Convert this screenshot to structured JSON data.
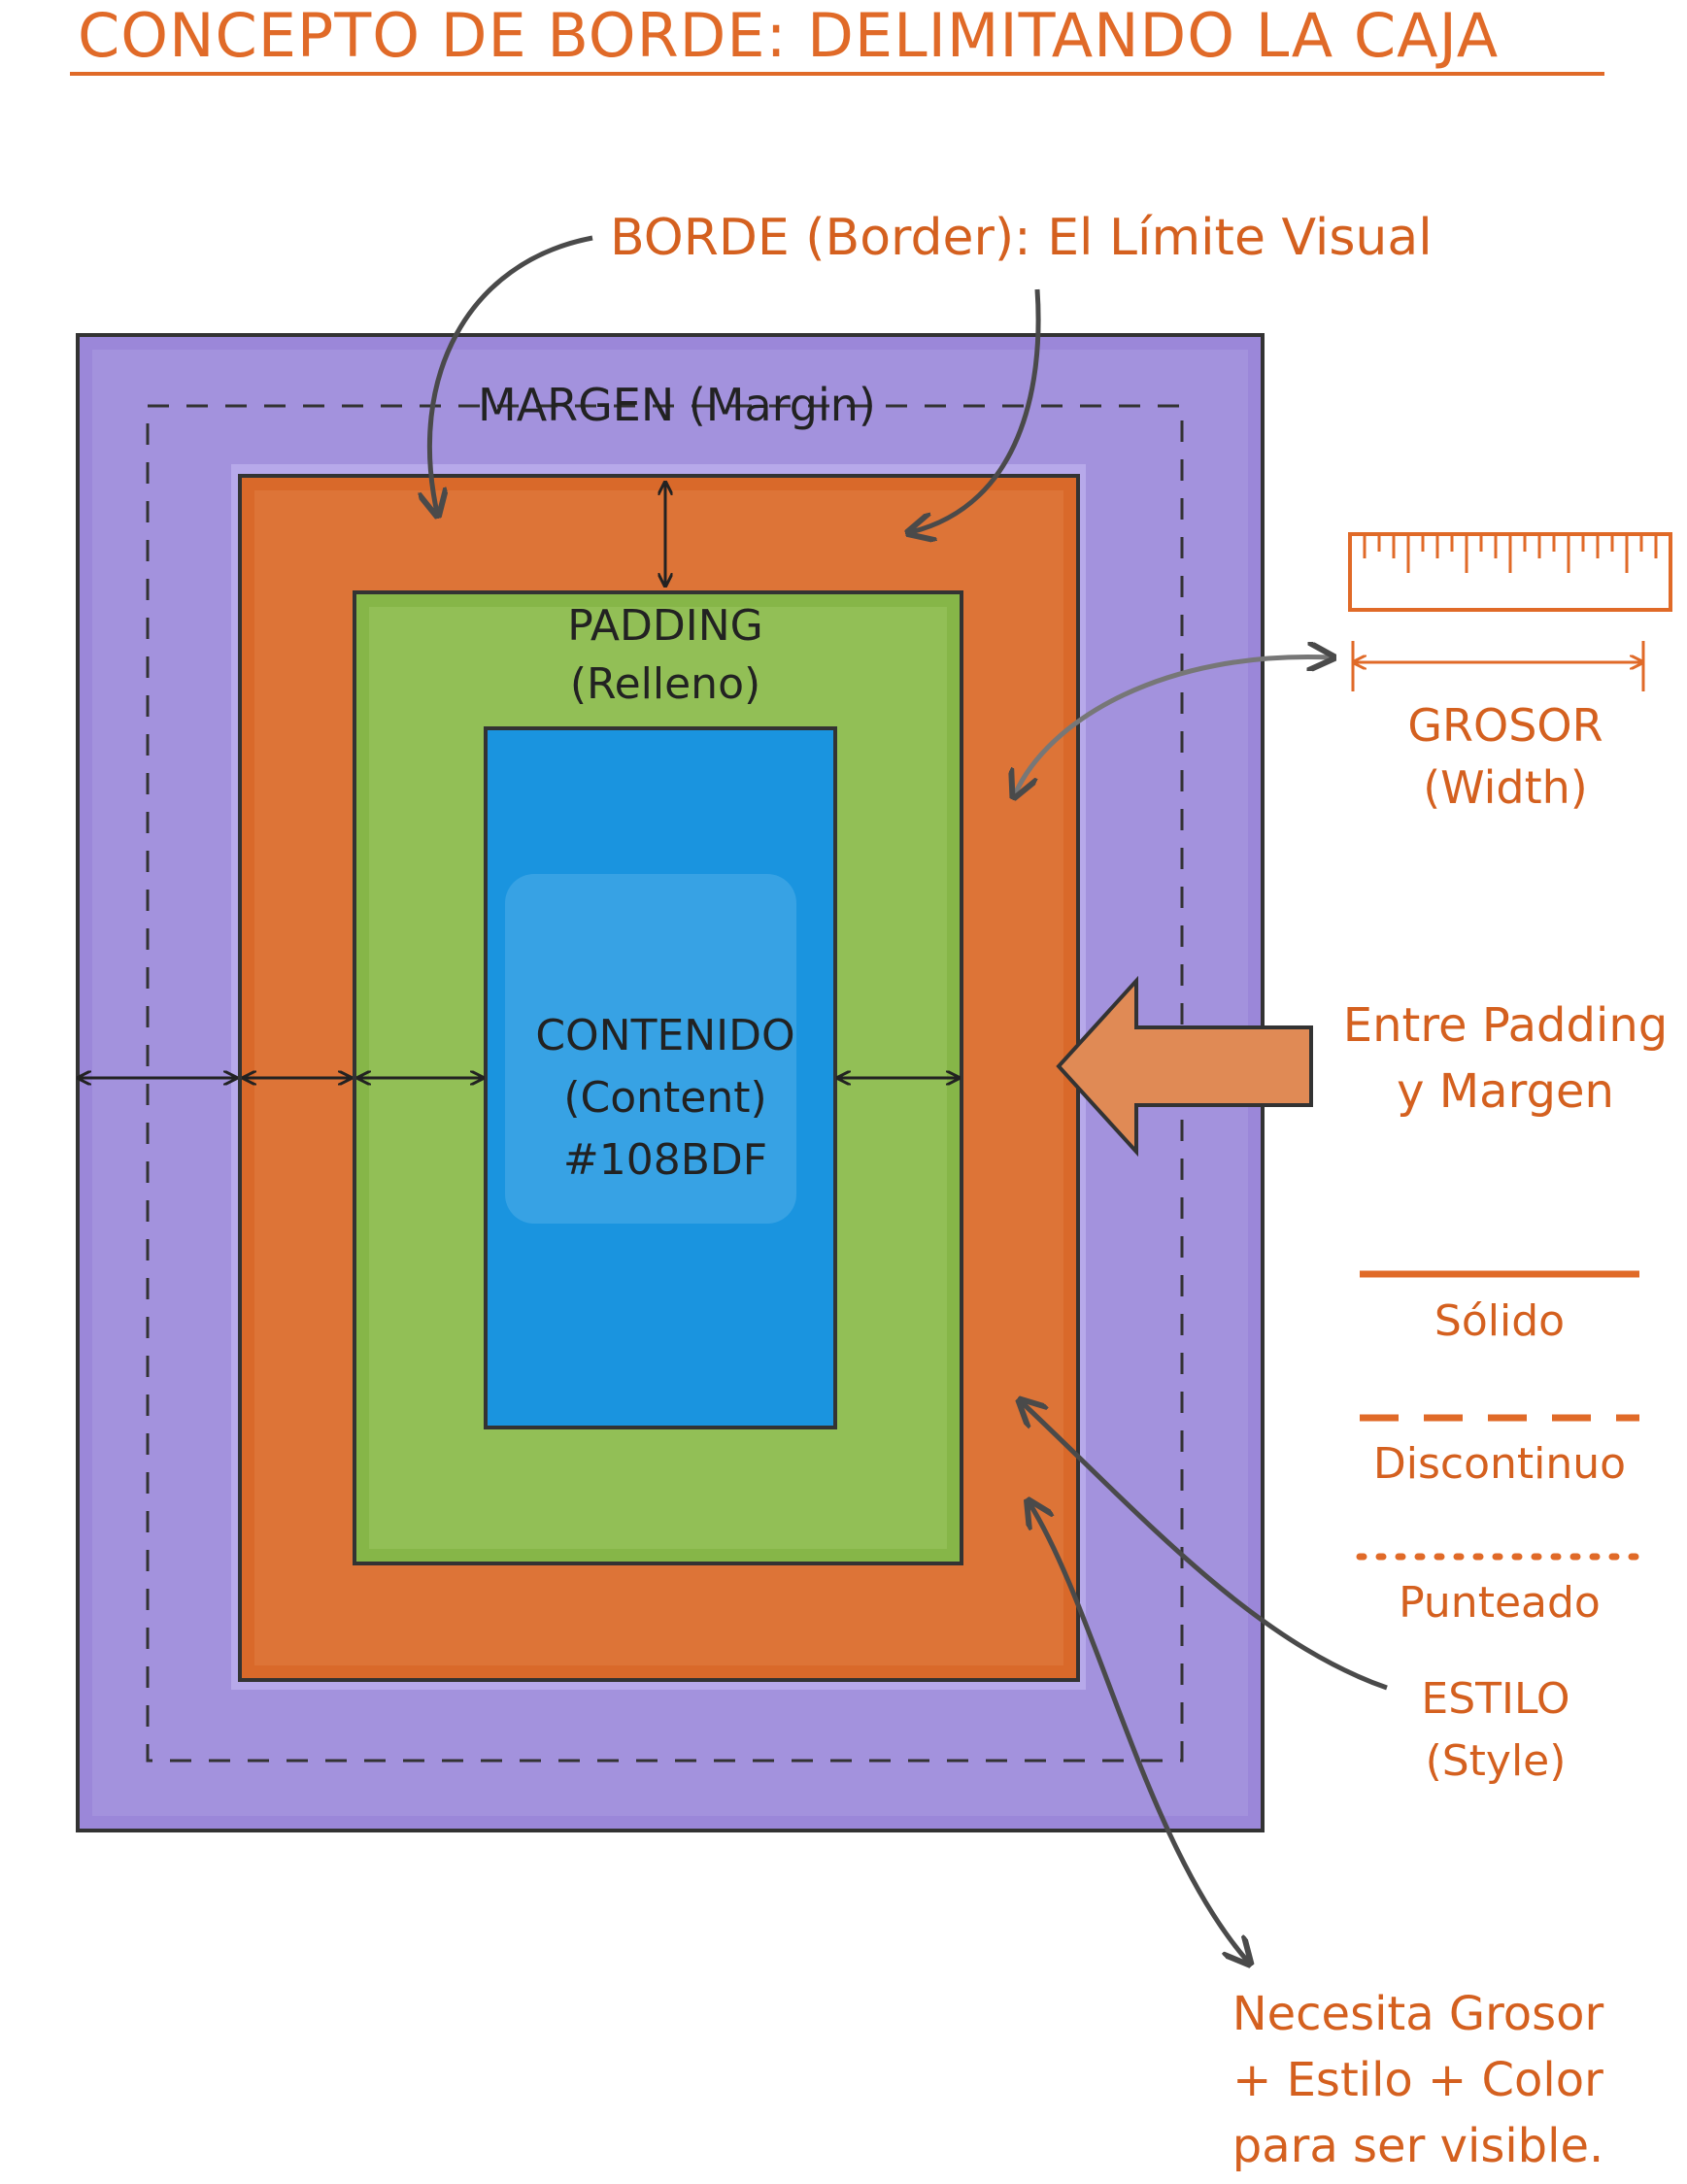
{
  "title": "CONCEPTO DE BORDE: DELIMITANDO LA CAJA",
  "labels": {
    "border": "BORDE (Border): El Límite Visual",
    "margin": "MARGEN (Margin)",
    "padding_line1": "PADDING",
    "padding_line2": "(Relleno)",
    "content_line1": "CONTENIDO",
    "content_line2": "(Content)",
    "content_color": "#108BDF",
    "width_line1": "GROSOR",
    "width_line2": "(Width)",
    "between_line1": "Entre Padding",
    "between_line2": "y Margen",
    "solid": "Sólido",
    "dashed": "Discontinuo",
    "dotted": "Punteado",
    "style_line1": "ESTILO",
    "style_line2": "(Style)",
    "needs_line1": "Necesita Grosor",
    "needs_line2": "+ Estilo + Color",
    "needs_line3": "para ser visible."
  },
  "colors": {
    "margin": "#9b87d9",
    "border": "#d9692a",
    "padding": "#86b648",
    "content": "#1a94df",
    "accent": "#e06a28",
    "arrow": "#4a4a4a"
  }
}
